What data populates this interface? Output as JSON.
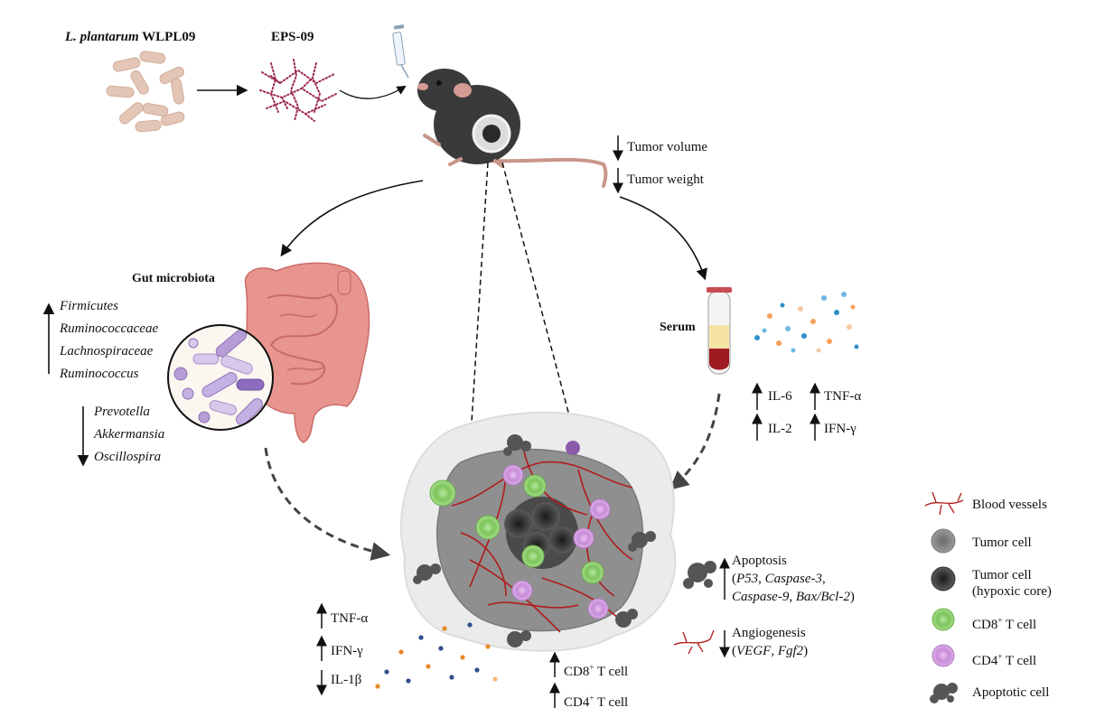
{
  "source": {
    "species": "L. plantarum",
    "strain": "WLPL09",
    "product": "EPS-09"
  },
  "outcomes": {
    "tumor_volume": "Tumor volume",
    "tumor_weight": "Tumor weight"
  },
  "gut": {
    "title": "Gut microbiota",
    "increased": [
      "Firmicutes",
      "Ruminococcaceae",
      "Lachnospiraceae",
      "Ruminococcus"
    ],
    "decreased": [
      "Prevotella",
      "Akkermansia",
      "Oscillospira"
    ]
  },
  "serum": {
    "title": "Serum",
    "il6": "IL-6",
    "tnf": "TNF-α",
    "il2": "IL-2",
    "ifn": "IFN-γ"
  },
  "tumor_env": {
    "tnf": "TNF-α",
    "ifn": "IFN-γ",
    "il1b": "IL-1β",
    "cd8_base": "CD8",
    "cd4_base": "CD4",
    "sup_plus": "+",
    "tcell": " T cell"
  },
  "apoptosis": {
    "title": "Apoptosis",
    "open": "(",
    "p53": "P53",
    "sep1": ", ",
    "casp3": "Caspase-3",
    "sep2": ",",
    "casp9": "Caspase-9",
    "sep3": ", ",
    "bax": "Bax/Bcl-2",
    "close": ")"
  },
  "angiogenesis": {
    "title": "Angiogenesis",
    "open": "(",
    "vegf": "VEGF",
    "sep": ", ",
    "fgf2": "Fgf2",
    "close": ")"
  },
  "legend": {
    "vessels": "Blood vessels",
    "tumor_cell": "Tumor cell",
    "hypoxic_1": "Tumor cell",
    "hypoxic_2": "(hypoxic core)",
    "cd8": "CD8",
    "cd4": "CD4",
    "sup": "+",
    "tcell": " T cell",
    "apoptotic": "Apoptotic cell"
  },
  "colors": {
    "bacteria": "#e3c6b6",
    "eps": "#9c2a4c",
    "mouse": "#3a3a3a",
    "intestine": "#e8958f",
    "vessel": "#b01c1c",
    "tumor": "#8f8f8f",
    "cd8": "#8fcf6a",
    "cd4": "#d39be0",
    "blood": "#9e1b22",
    "plasma": "#f6e3a6",
    "dot_blue": "#2e4f8c",
    "dot_orange": "#e8892d"
  },
  "arrows": {
    "up": "↑",
    "down": "↓"
  }
}
